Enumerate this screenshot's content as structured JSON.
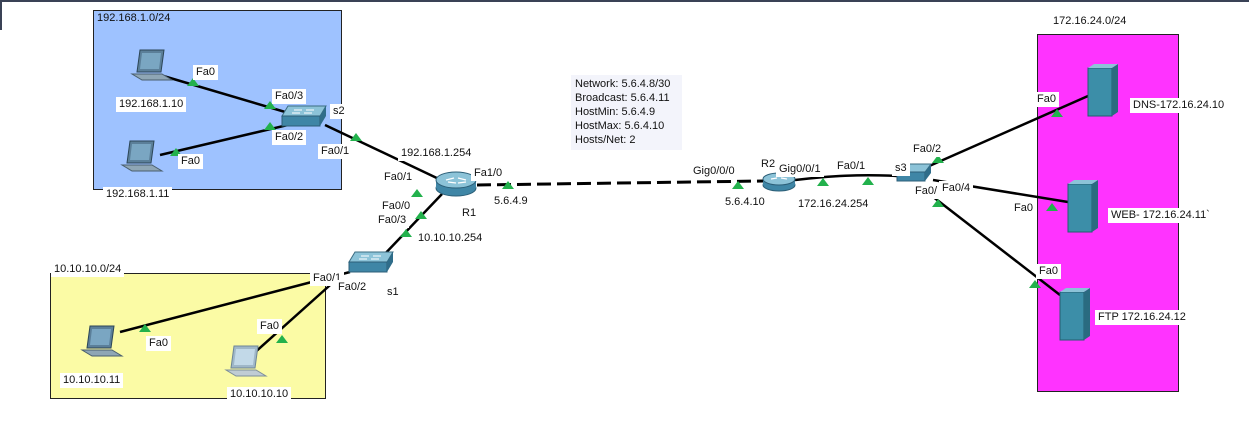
{
  "zones": {
    "lan1": {
      "label": "192.168.1.0/24",
      "color": "#9ec2ff"
    },
    "lan2": {
      "label": "10.10.10.0/24",
      "color": "#fbfba5"
    },
    "servers": {
      "label": "172.16.24.0/24",
      "color": "#ff33ff"
    }
  },
  "devices": {
    "pc_192_10": {
      "label": "192.168.1.10",
      "port": "Fa0"
    },
    "pc_192_11": {
      "label": "192.168.1.11",
      "port": "Fa0"
    },
    "pc_10_11": {
      "label": "10.10.10.11",
      "port": "Fa0"
    },
    "pc_10_10": {
      "label": "10.10.10.10",
      "port": "Fa0"
    },
    "s2": {
      "name": "s2",
      "ports": [
        "Fa0/3",
        "Fa0/2",
        "Fa0/1"
      ]
    },
    "s1": {
      "name": "s1",
      "ports": [
        "Fa0/1",
        "Fa0/2"
      ]
    },
    "r1": {
      "name": "R1",
      "ports": [
        "Fa0/1",
        "Fa0/0",
        "Fa0/3",
        "Fa1/0"
      ],
      "ips": [
        "192.168.1.254",
        "10.10.10.254",
        "5.6.4.9"
      ]
    },
    "r2": {
      "name": "R2",
      "ports": [
        "Gig0/0/0",
        "Gig0/0/1"
      ],
      "ips": [
        "5.6.4.10",
        "172.16.24.254"
      ]
    },
    "s3": {
      "name": "s3",
      "ports": [
        "Fa0/1",
        "Fa0/2",
        "Fa0/4",
        "Fa0/"
      ]
    },
    "dns": {
      "label": "DNS-172.16.24.10",
      "port": "Fa0"
    },
    "web": {
      "label": "WEB- 172.16.24.11`",
      "port": "Fa0"
    },
    "ftp": {
      "label": "FTP 172.16.24.12",
      "port": "Fa0"
    }
  },
  "subnet_note": [
    "Network:   5.6.4.8/30",
    "Broadcast: 5.6.4.11",
    "HostMin:   5.6.4.9",
    "HostMax:   5.6.4.10",
    "Hosts/Net: 2"
  ],
  "colors": {
    "link": "#000000",
    "port_up": "#22b14c",
    "device": "#5b8fb0",
    "server": "#3c8ea8"
  }
}
